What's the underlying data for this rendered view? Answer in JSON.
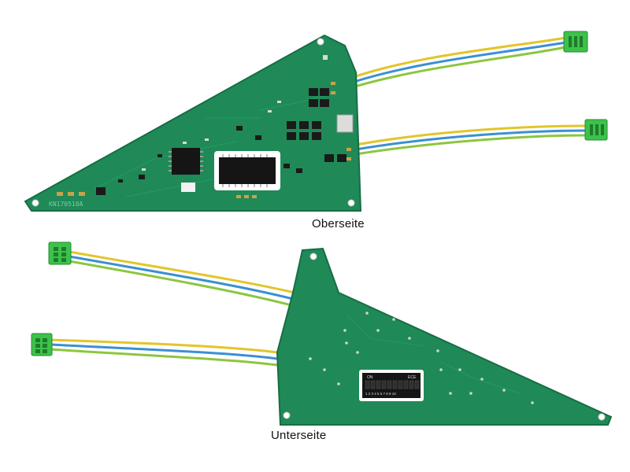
{
  "captions": {
    "top": "Oberseite",
    "bottom": "Unterseite"
  },
  "board_top": {
    "silkscreen_id": "KN170510A"
  },
  "board_bottom": {
    "switch_on_label": "ON",
    "switch_brand_label": "ECE",
    "switch_numbers": "1 2 3 4 5 6 7 8 9 10"
  },
  "colors": {
    "pcb_green": "#1f8a57",
    "pcb_green_dark": "#176d45",
    "wire_yellow": "#e3c52a",
    "wire_blue": "#3b8fd4",
    "wire_green": "#8cc63f",
    "connector_green": "#3cc24a",
    "chip_black": "#151515"
  }
}
